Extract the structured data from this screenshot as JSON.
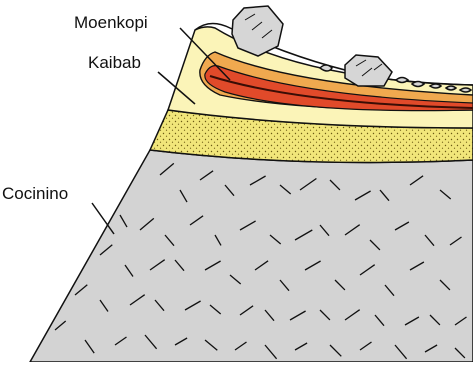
{
  "diagram": {
    "labels": {
      "moenkopi": "Moenkopi",
      "kaibab": "Kaibab",
      "cocinino": "Cocinino"
    },
    "colors": {
      "cocinino_fill": "#d3d3d3",
      "kaibab_fill": "#f1e67a",
      "kaibab_upper_fill": "#fbf4b8",
      "moenkopi_fill": "#f0a94f",
      "red_bed_fill": "#e14a2a",
      "line": "#111111",
      "boulder_fill": "#d6d6d6"
    }
  }
}
